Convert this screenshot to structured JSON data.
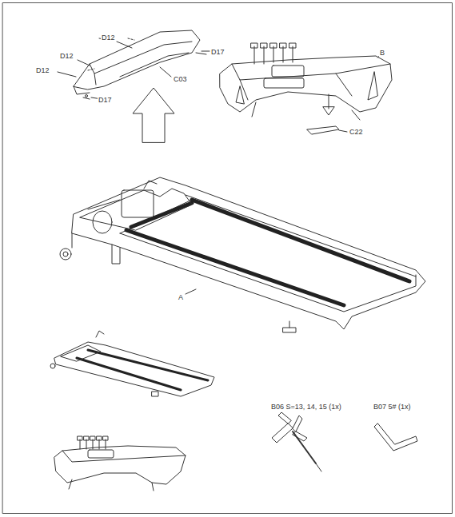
{
  "diagram": {
    "labels": [
      "D12",
      "D12",
      "D17",
      "D12",
      "C03",
      "D17",
      "B",
      "C22",
      "A",
      "B06 S=13, 14, 15 (1x)",
      "B07 5# (1x)"
    ]
  }
}
